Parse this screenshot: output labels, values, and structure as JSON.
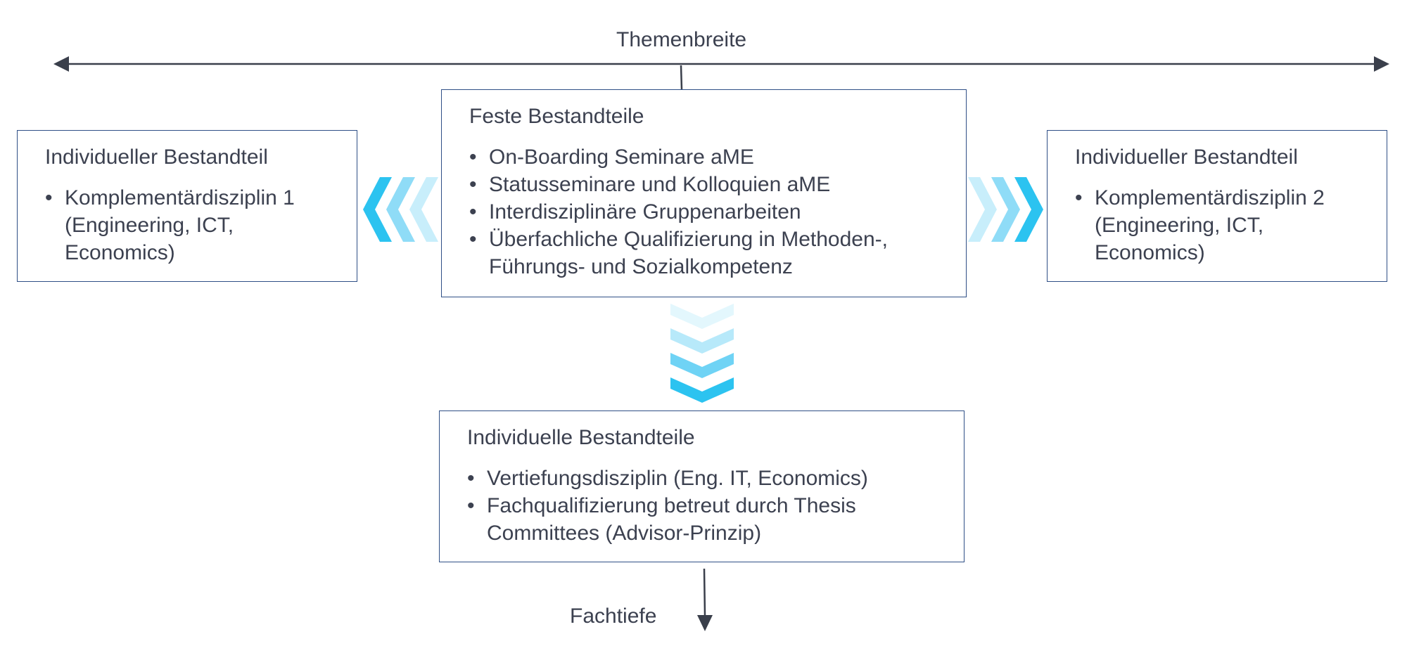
{
  "axis": {
    "horizontal_label": "Themenbreite",
    "vertical_label": "Fachtiefe"
  },
  "boxes": {
    "left": {
      "title": "Individueller Bestandteil",
      "items": [
        "Komplementärdisziplin 1 (Engineering, ICT, Economics)"
      ]
    },
    "center": {
      "title": "Feste Bestandteile",
      "items": [
        "On-Boarding Seminare aME",
        "Statusseminare und Kolloquien aME",
        "Interdisziplinäre Gruppenarbeiten",
        "Überfachliche Qualifizierung in Methoden-, Führungs- und Sozialkompetenz"
      ]
    },
    "right": {
      "title": "Individueller Bestandteil",
      "items": [
        "Komplementärdisziplin 2 (Engineering, ICT, Economics)"
      ]
    },
    "bottom": {
      "title": "Individuelle Bestandteile",
      "items": [
        "Vertiefungsdisziplin (Eng. IT, Economics)",
        "Fachqualifizierung betreut durch Thesis Committees (Advisor-Prinzip)"
      ]
    }
  },
  "colors": {
    "box_border": "#2f4f86",
    "text": "#3c4150",
    "axis_line": "#3a3f4b",
    "chevron_light": "#c8eefb",
    "chevron_mid": "#8fdcf7",
    "chevron_dark": "#2cc3f0"
  }
}
